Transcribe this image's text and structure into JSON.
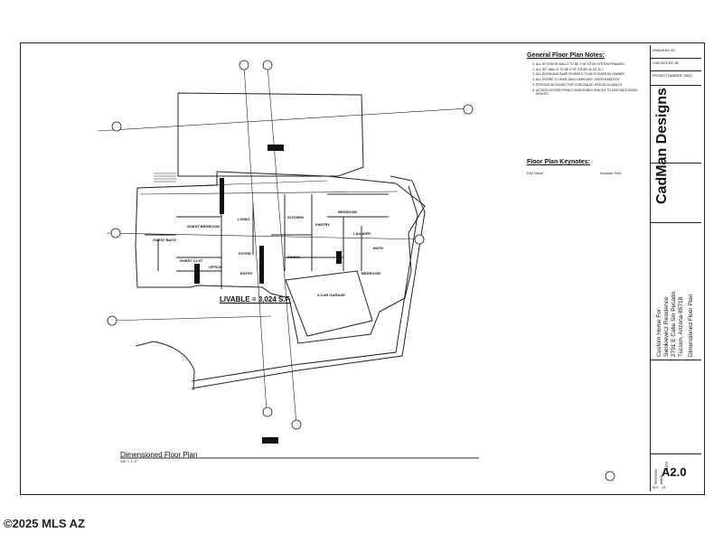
{
  "notes": {
    "title": "General Floor Plan Notes:",
    "items": [
      "ALL EXTERIOR WALLS TO BE 2\"x6\" STUD SYSTEM FRAMING.",
      "ALL INT. WALLS TO BE 2\"x4\" STUDS @ 16\" O.C.",
      "ALL ROOM AND BASE FINISHES TO BE CHOSEN BY OWNER.",
      "ALL DOORS TO HAVE ADA COMPLIANT LEVER HANDLES.",
      "PROVIDE BLOCKING FOR CONCEALED SPACES IN WALLS.",
      "ACCESS DOORS FROM CONDITIONED SPACES TO UNCONDITIONED SPACES."
    ]
  },
  "keynotes": {
    "title": "Floor Plan Keynotes:",
    "key_label": "Key Value",
    "text_label": "Keynote Text"
  },
  "titleblock": {
    "drawn_by_label": "DRAWN BY:",
    "drawn_by": "AE",
    "checked_by_label": "CHECKED BY:",
    "checked_by": "AE",
    "project_label": "PROJECT NUMBER:",
    "project_number": "20001",
    "firm": "CadMan Designs",
    "client_line1": "Custom Home For:",
    "client_line2": "Sienkiewicz Residence",
    "client_line3": "2791 E Calle Sin Pecado",
    "client_line4": "Tucson, Arizona 85718",
    "drawing_name": "Dimensioned Floor Plan",
    "revision_label": "REVISION",
    "mark_label": "MARK",
    "date_label": "DATE",
    "sheet_label": "SHT",
    "of_label": "OF",
    "sheet_number": "A2.0"
  },
  "plan": {
    "title": "Dimensioned Floor Plan",
    "scale": "1/8\" = 1'-0\"",
    "livable": "LIVABLE = 3,024 S.F.",
    "rooms": {
      "guest_bedroom": "GUEST BEDROOM",
      "guest_bath": "GUEST BATH",
      "guest_closet": "GUEST CLST",
      "office": "OFFICE",
      "living": "LIVING",
      "kitchen": "KITCHEN",
      "pantry": "PANTRY",
      "dining": "DINING",
      "foyer": "FOYER",
      "entry": "ENTRY",
      "laundry": "LAUNDRY",
      "bedroom": "BEDROOM",
      "bath": "BATH",
      "garage": "3-CAR GARAGE"
    }
  },
  "watermark": "©2025 MLS AZ"
}
